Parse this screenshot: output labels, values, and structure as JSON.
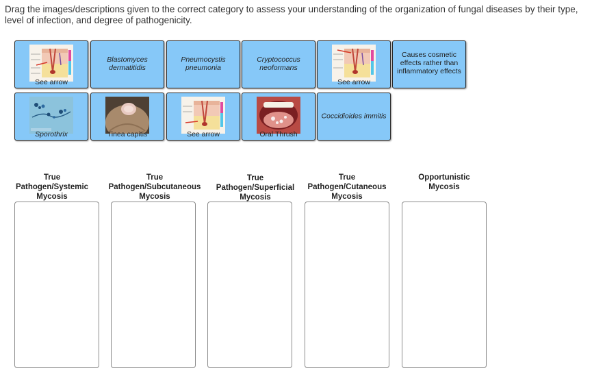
{
  "instructions": "Drag the images/descriptions given to the correct category to assess your understanding of the organization of fungal diseases by their type, level of infection, and degree of pathogenicity.",
  "cards": {
    "skin_arrow_1": {
      "caption": "See arrow",
      "icon": "skin-cross-section-image"
    },
    "blastomyces": {
      "text": "Blastomyces dermatitidis"
    },
    "pneumocystis": {
      "text": "Pneumocystis pneumonia"
    },
    "cryptococcus": {
      "text": "Cryptococcus neoformans"
    },
    "skin_arrow_2": {
      "caption": "See arrow",
      "icon": "skin-cross-section-image"
    },
    "cosmetic": {
      "text": "Causes cosmetic effects rather than inflammatory effects"
    },
    "sporothrix": {
      "caption": "Sporothrix",
      "icon": "microscopy-image"
    },
    "tinea": {
      "caption": "Tinea capitis",
      "icon": "scalp-image"
    },
    "skin_arrow_3": {
      "caption": "See arrow",
      "icon": "skin-cross-section-image"
    },
    "oral_thrush": {
      "caption": "Oral Thrush",
      "icon": "mouth-image"
    },
    "coccidioides": {
      "text": "Coccidioides immitis"
    }
  },
  "categories": [
    {
      "line1": "True",
      "line2": "Pathogen/Systemic",
      "line3": "Mycosis"
    },
    {
      "line1": "True",
      "line2": "Pathogen/Subcutaneous",
      "line3": "Mycosis"
    },
    {
      "line1": "True",
      "line2": "Pathogen/Superficial",
      "line3": "Mycosis"
    },
    {
      "line1": "True",
      "line2": "Pathogen/Cutaneous",
      "line3": "Mycosis"
    },
    {
      "line1": "",
      "line2": "Opportunistic",
      "line3": "Mycosis"
    }
  ],
  "colors": {
    "card_bg": "#86c8f8",
    "card_border": "#2a2a2a",
    "zone_border": "#8a8a8a"
  }
}
